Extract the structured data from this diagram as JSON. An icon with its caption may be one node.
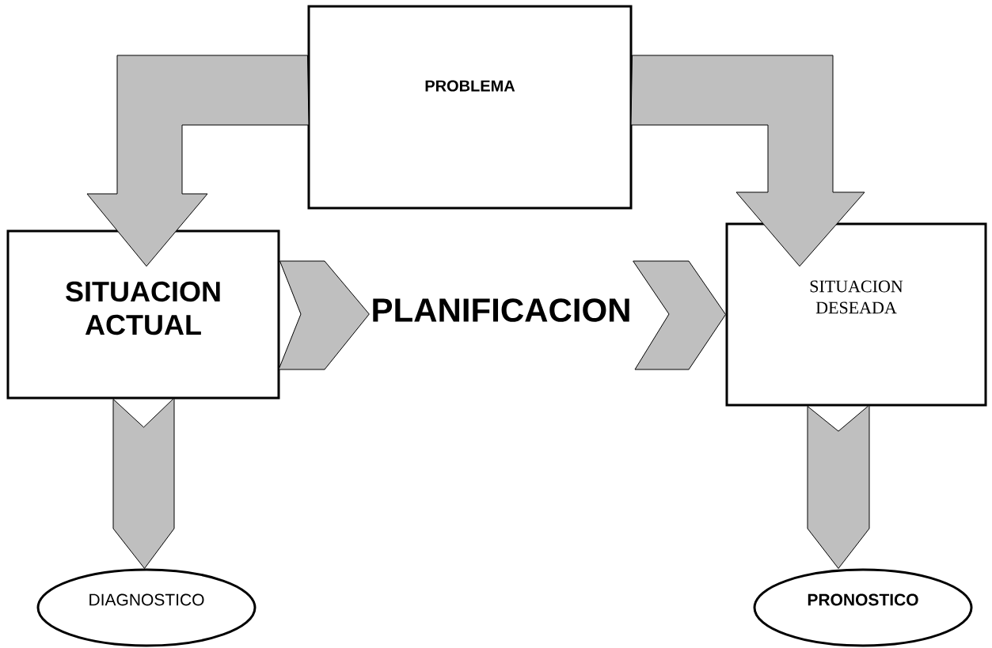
{
  "diagram": {
    "nodes": [
      {
        "text": [
          "PROBLEMA"
        ]
      },
      {
        "text": [
          "SITUACION ACTUAL"
        ]
      },
      {
        "text": [
          "SITUACION DESEADA"
        ]
      },
      {
        "text": [
          "DIAGNOSTICO"
        ]
      },
      {
        "text": [
          "PRONOSTICO"
        ]
      },
      {
        "text": [
          "PLANIFICACION"
        ]
      }
    ],
    "edges": [
      {
        "from": 0,
        "to": 1,
        "arrow": "to"
      },
      {
        "from": 0,
        "to": 2,
        "arrow": "to"
      },
      {
        "from": 1,
        "to": 5,
        "arrow": "to"
      },
      {
        "from": 5,
        "to": 2,
        "arrow": "to"
      },
      {
        "from": 1,
        "to": 3,
        "arrow": "to"
      },
      {
        "from": 2,
        "to": 4,
        "arrow": "to"
      }
    ]
  }
}
